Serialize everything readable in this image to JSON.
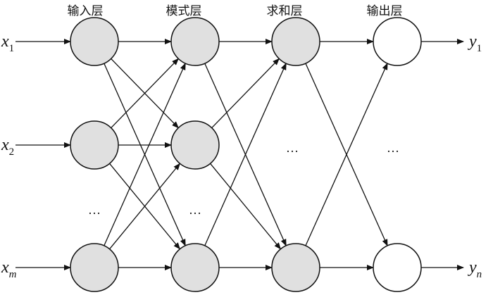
{
  "layers": [
    {
      "title": "输入层",
      "fill": "#e0e0e0"
    },
    {
      "title": "模式层",
      "fill": "#e0e0e0"
    },
    {
      "title": "求和层",
      "fill": "#e0e0e0"
    },
    {
      "title": "输出层",
      "fill": "#ffffff"
    }
  ],
  "inputs": [
    {
      "var": "x",
      "sub": "1"
    },
    {
      "var": "x",
      "sub": "2"
    },
    {
      "var": "x",
      "sub": "m"
    }
  ],
  "outputs": [
    {
      "var": "y",
      "sub": "1"
    },
    {
      "var": "y",
      "sub": "n"
    }
  ],
  "ellipsis": "…"
}
